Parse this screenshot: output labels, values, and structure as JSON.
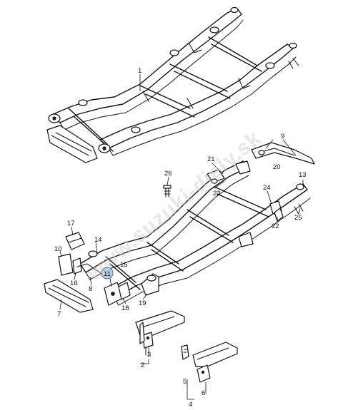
{
  "watermark": "www.suzuki-diely.sk",
  "highlight_color": "#b8cce4",
  "callouts": {
    "c1": "1",
    "c2": "2",
    "c3": "3",
    "c4": "4",
    "c5": "5",
    "c6": "6",
    "c7": "7",
    "c8": "8",
    "c9": "9",
    "c10": "10",
    "c11": "11",
    "c13": "13",
    "c14": "14",
    "c15": "15",
    "c16": "16",
    "c17": "17",
    "c18": "18",
    "c19": "19",
    "c20": "20",
    "c21": "21",
    "c22": "22",
    "c23": "23",
    "c24": "24",
    "c25": "25",
    "c26": "26"
  }
}
